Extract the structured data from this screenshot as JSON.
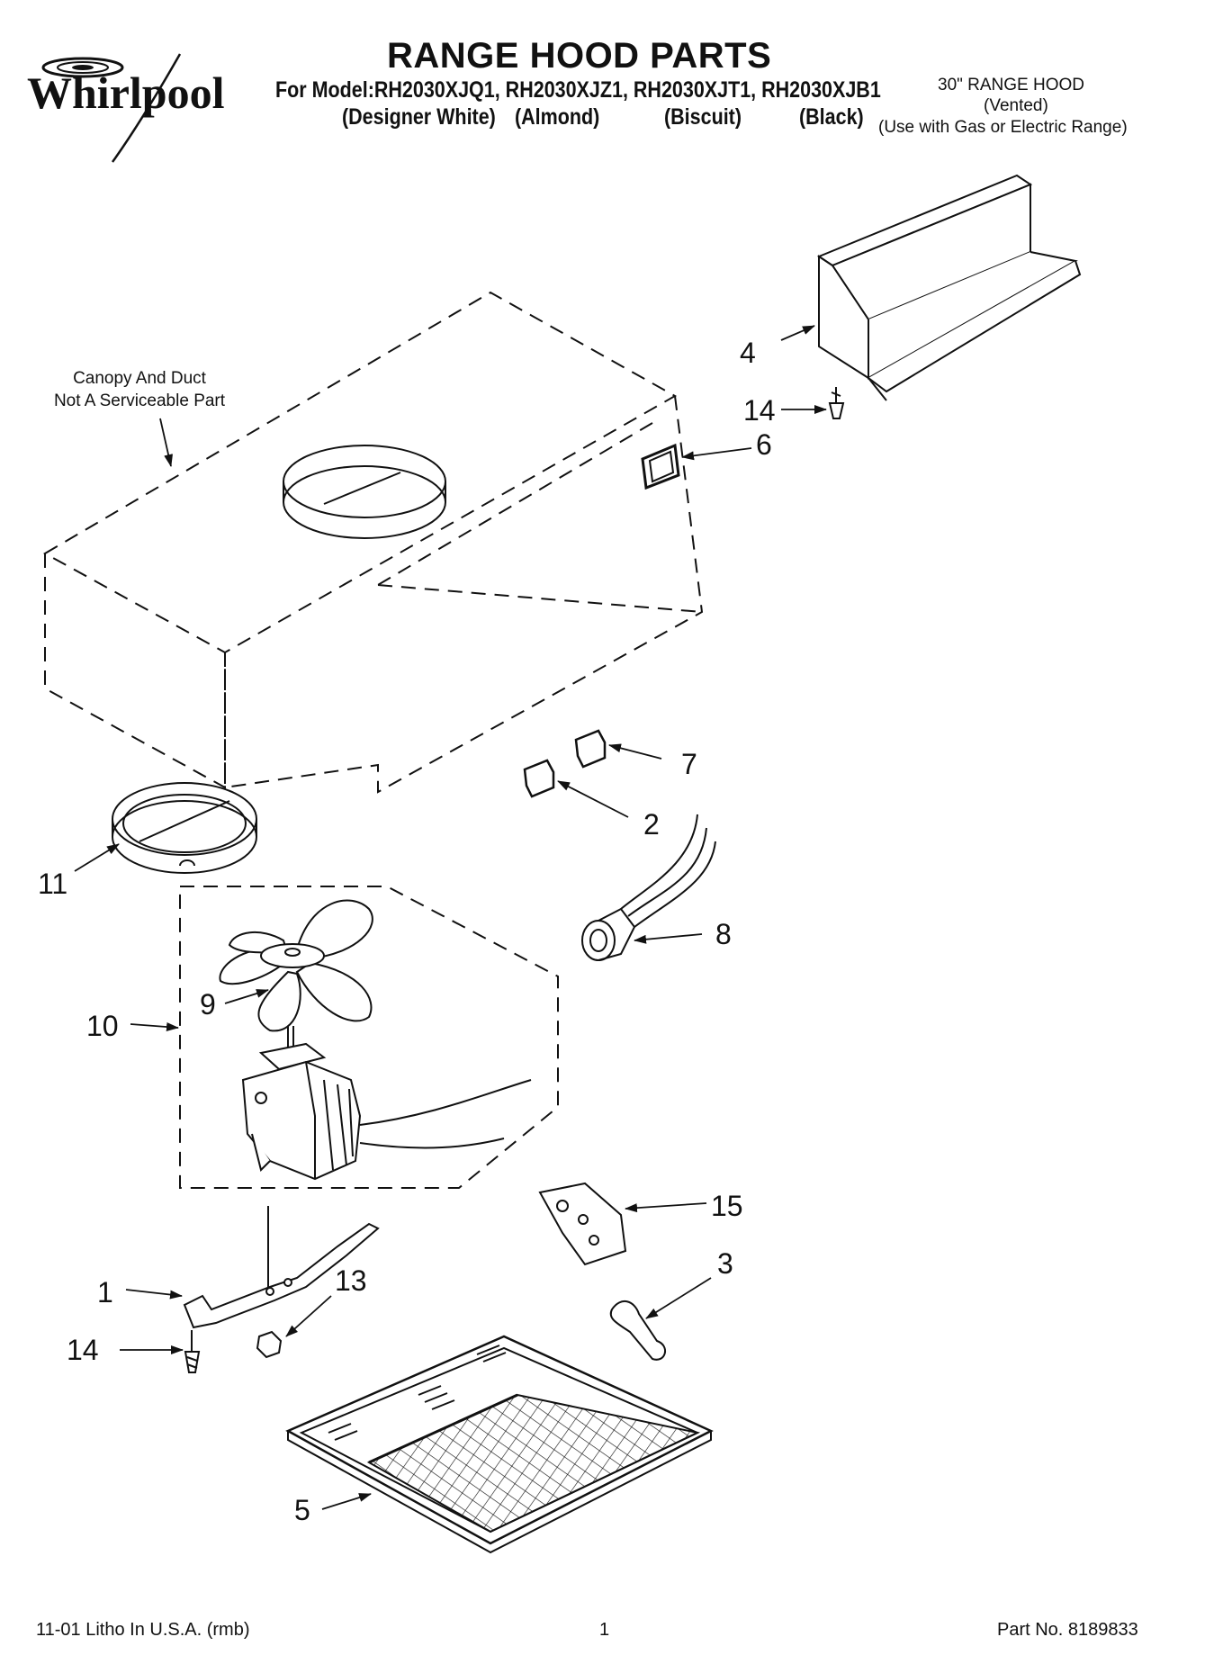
{
  "header": {
    "brand": "Whirlpool",
    "title": "RANGE HOOD PARTS",
    "model_line": "For Model:RH2030XJQ1, RH2030XJZ1, RH2030XJT1, RH2030XJB1",
    "colors": [
      "(Designer White)",
      "(Almond)",
      "(Biscuit)",
      "(Black)"
    ],
    "hood_type": "30\" RANGE HOOD",
    "vent_type": "(Vented)",
    "usage": "(Use with Gas or Electric Range)"
  },
  "note": {
    "line1": "Canopy And Duct",
    "line2": "Not A Serviceable Part"
  },
  "part_labels": {
    "p4": "4",
    "p14a": "14",
    "p6": "6",
    "p7": "7",
    "p2": "2",
    "p11": "11",
    "p8": "8",
    "p9": "9",
    "p10": "10",
    "p15": "15",
    "p3": "3",
    "p1": "1",
    "p13": "13",
    "p14b": "14",
    "p5": "5"
  },
  "footer": {
    "litho": "11-01 Litho In U.S.A. (rmb)",
    "page": "1",
    "part_no": "Part No. 8189833"
  }
}
